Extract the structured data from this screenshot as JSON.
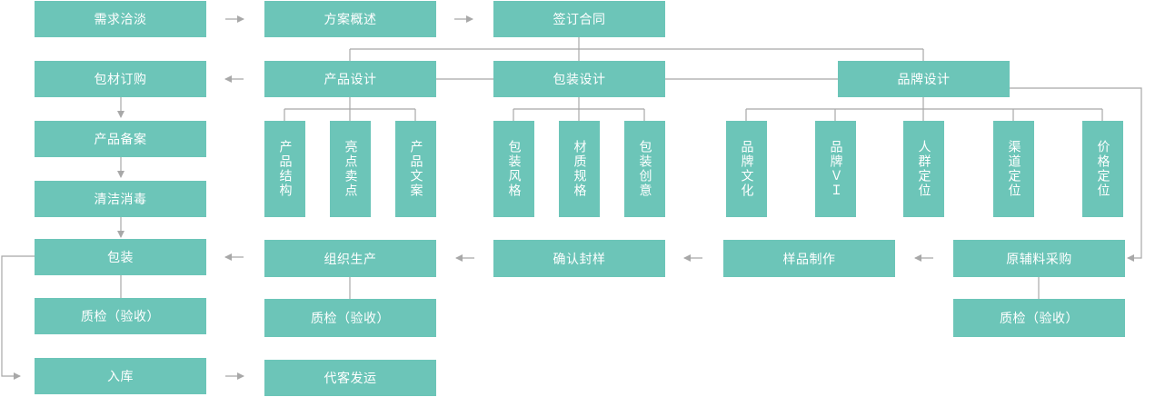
{
  "nodes": {
    "xqqt": "需求洽淡",
    "fags": "方案概述",
    "qdht": "签订合同",
    "bcdg": "包材订购",
    "cpsj": "产品设计",
    "bzsj": "包装设计",
    "ppsj": "品牌设计",
    "cpba": "产品备案",
    "qjxd": "清洁消毒",
    "cpjg": "产品结构",
    "ldmd": "亮点卖点",
    "cpwa": "产品文案",
    "bzfg": "包装风格",
    "czgg": "材质规格",
    "bzcy": "包装创意",
    "ppwh": "品牌文化",
    "ppvi": "品牌ＶＩ",
    "rqdw": "人群定位",
    "qddw": "渠道定位",
    "jgdw": "价格定位",
    "bz": "包装",
    "zzsc": "组织生产",
    "qrfy": "确认封样",
    "ypzz": "样品制作",
    "yflcg": "原辅料采购",
    "zj1": "质检（验收）",
    "zj2": "质检（验收）",
    "zj3": "质检（验收）",
    "rk": "入库",
    "dkfy": "代客发运"
  }
}
